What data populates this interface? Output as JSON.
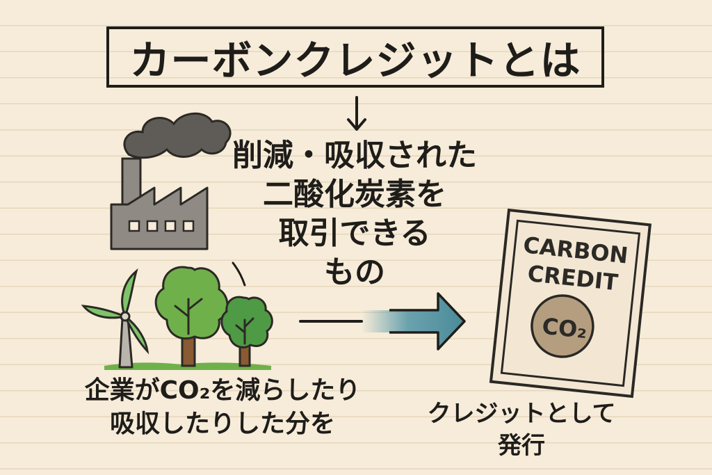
{
  "title": "カーボンクレジットとは",
  "definition": {
    "lines": [
      "削減・吸収された",
      "二酸化炭素を",
      "取引できる",
      "もの"
    ]
  },
  "source_caption": {
    "lines": [
      "企業がCO₂を減らしたり",
      "吸収したりした分を"
    ]
  },
  "result_caption": {
    "lines": [
      "クレジットとして",
      "発行"
    ]
  },
  "certificate": {
    "lines": [
      "CARBON",
      "CREDIT"
    ],
    "badge": "CO₂"
  },
  "icons": {
    "factory": "factory-icon",
    "smoke": "smoke-icon",
    "wind_turbine": "wind-turbine-icon",
    "trees": "tree-icon",
    "arrow_down": "arrow-down-icon",
    "arrow_right": "arrow-right-icon",
    "certificate": "certificate-icon"
  },
  "colors": {
    "background": "#f6ecd9",
    "ink": "#1f1d1a",
    "factory": "#8f8a84",
    "tree_green": "#6fb04a",
    "arrow_blue": "#5a9aa8",
    "certificate_badge": "#b59e80"
  }
}
